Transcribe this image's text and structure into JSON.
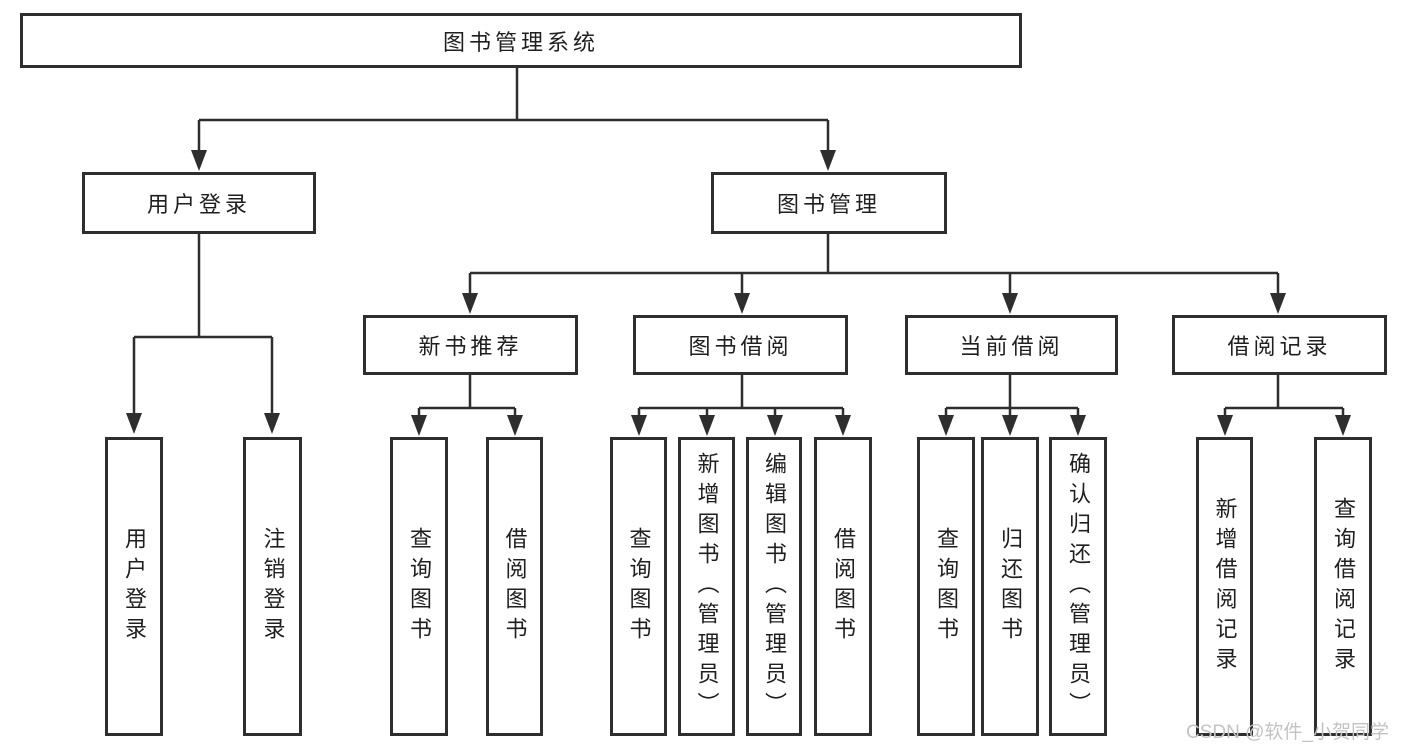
{
  "diagram": {
    "type": "hierarchy-tree",
    "root": {
      "label": "图书管理系统",
      "children": [
        {
          "label": "用户登录",
          "children": [
            {
              "label": "用户登录"
            },
            {
              "label": "注销登录"
            }
          ]
        },
        {
          "label": "图书管理",
          "children": [
            {
              "label": "新书推荐",
              "children": [
                {
                  "label": "查询图书"
                },
                {
                  "label": "借阅图书"
                }
              ]
            },
            {
              "label": "图书借阅",
              "children": [
                {
                  "label": "查询图书"
                },
                {
                  "label": "新增图书（管理员）"
                },
                {
                  "label": "编辑图书（管理员）"
                },
                {
                  "label": "借阅图书"
                }
              ]
            },
            {
              "label": "当前借阅",
              "children": [
                {
                  "label": "查询图书"
                },
                {
                  "label": "归还图书"
                },
                {
                  "label": "确认归还（管理员）"
                }
              ]
            },
            {
              "label": "借阅记录",
              "children": [
                {
                  "label": "新增借阅记录"
                },
                {
                  "label": "查询借阅记录"
                }
              ]
            }
          ]
        }
      ]
    }
  },
  "watermark": {
    "text": "CSDN @软件_小贺同学",
    "color": "#c3c3c3"
  },
  "colors": {
    "line": "#2e2e2e",
    "box_border": "#2e2e2e",
    "box_fill": "#ffffff",
    "text": "#1f1f1f",
    "background": "#ffffff"
  }
}
